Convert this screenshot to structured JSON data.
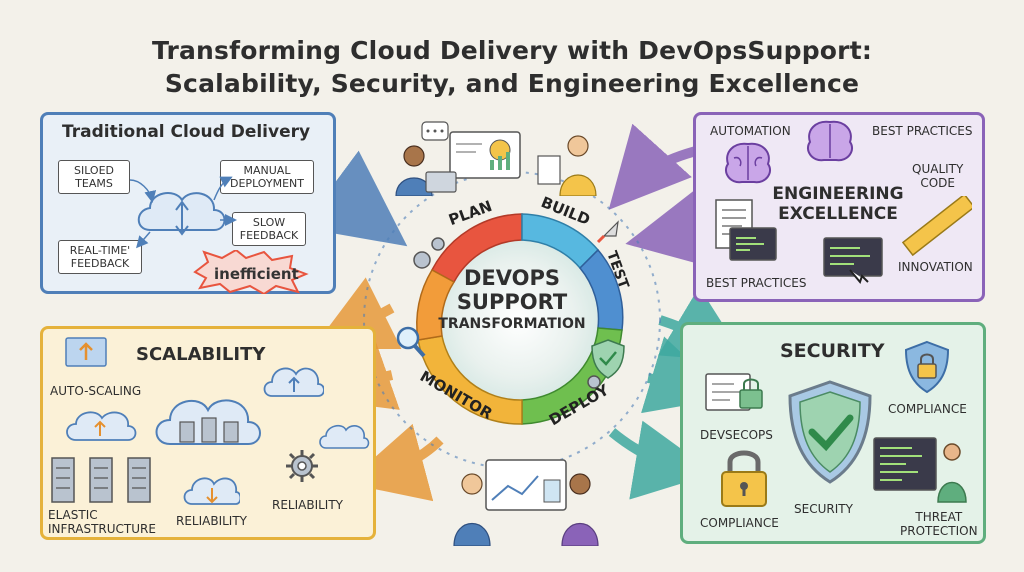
{
  "title_line1": "Transforming Cloud Delivery with DevOpsSupport:",
  "title_line2": "Scalability, Security, and Engineering Excellence",
  "center": {
    "line1": "DEVOPS",
    "line2": "SUPPORT",
    "line3": "TRANSFORMATION",
    "stages": [
      "PLAN",
      "BUILD",
      "TEST",
      "DEPLOY",
      "MONITOR"
    ]
  },
  "traditional": {
    "title": "Traditional Cloud Delivery",
    "siloed": "SILOED\nTEAMS",
    "manual": "MANUAL\nDEPLOYMENT",
    "slow": "SLOW\nFEEDBACK",
    "realtime": "REAL-TIME'\nFEEDBACK",
    "inefficient": "inefficient"
  },
  "engineering": {
    "automation": "AUTOMATION",
    "best_practices_top": "BEST PRACTICES",
    "quality_code": "QUALITY\nCODE",
    "title_line1": "ENGINEERING",
    "title_line2": "EXCELLENCE",
    "best_practices_bottom": "BEST PRACTICES",
    "innovation": "INNOVATION"
  },
  "scalability": {
    "title": "SCALABILITY",
    "auto_scaling": "AUTO-SCALING",
    "elastic": "ELASTIC\nINFRASTRUCTURE",
    "reliability_bottom": "RELIABILITY",
    "reliability_right": "RELIABILITY"
  },
  "security": {
    "title": "SECURITY",
    "compliance_top": "COMPLIANCE",
    "devsecops": "DEVSECOPS",
    "compliance_bottom": "COMPLIANCE",
    "security_label": "SECURITY",
    "threat": "THREAT\nPROTECTION"
  },
  "colors": {
    "blue": "#4f7fb8",
    "purple": "#8a63b8",
    "yellow": "#e5b23b",
    "green": "#5fae7e",
    "red": "#e8553f"
  }
}
